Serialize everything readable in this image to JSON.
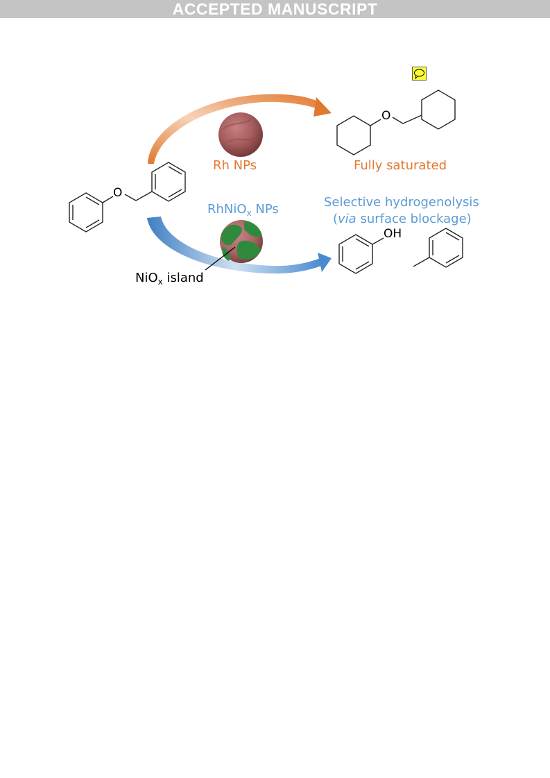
{
  "banner": {
    "text": "ACCEPTED MANUSCRIPT"
  },
  "annotation": {
    "icon": "comment-icon",
    "color": "#ffff33"
  },
  "scheme": {
    "top_route": {
      "catalyst_label": "Rh NPs",
      "product_label": "Fully saturated",
      "color": "#e1782f"
    },
    "bottom_route": {
      "catalyst_label_main": "RhNiO",
      "catalyst_label_sub": "x",
      "catalyst_label_tail": " NPs",
      "product_label_line1": "Selective hydrogenolysis",
      "product_label_line2_italic": "via",
      "product_label_line2_rest": " surface blockage)",
      "product_label_line2_open": "(",
      "color": "#5b9bd5"
    },
    "island_label": {
      "main": "NiO",
      "sub": "x",
      "tail": " island"
    },
    "atom_labels": {
      "oxygen_reactant": "O",
      "oxygen_product": "O",
      "hydroxyl": "OH"
    }
  }
}
